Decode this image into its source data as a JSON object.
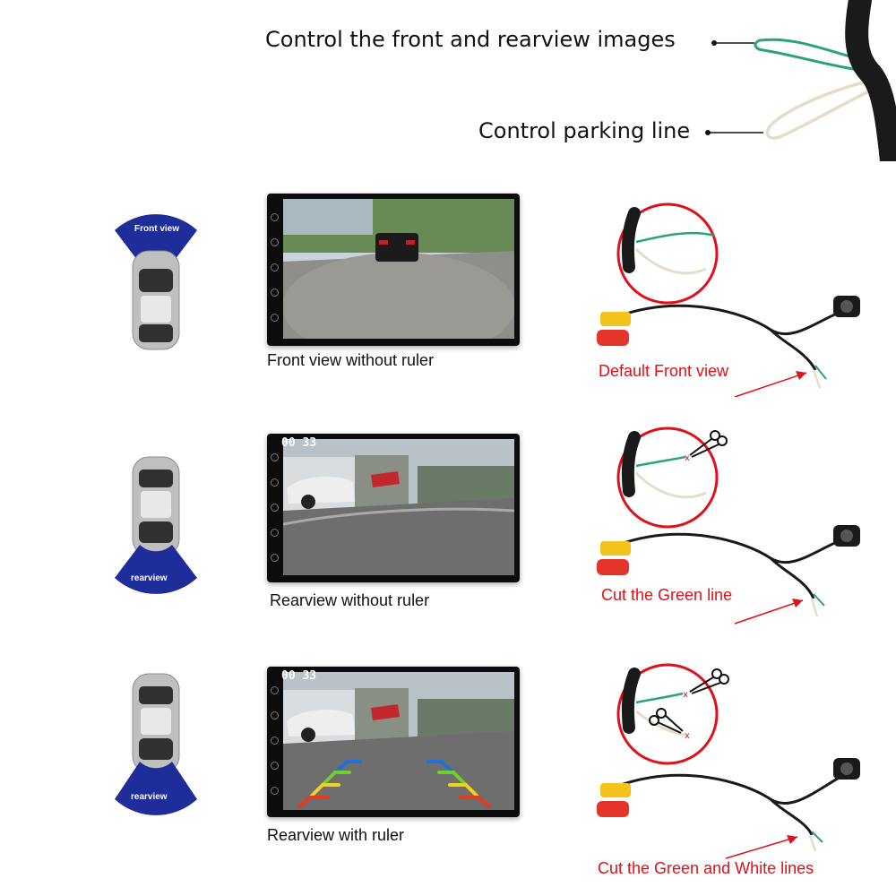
{
  "top": {
    "label_front_rear": "Control the front and rearview images",
    "label_parking_line": "Control parking line"
  },
  "rows": [
    {
      "badge": "Front view",
      "caption": "Front view without ruler",
      "wire_caption": "Default Front view"
    },
    {
      "badge": "rearview",
      "clock": "00 33",
      "caption": "Rearview without ruler",
      "wire_caption": "Cut the Green line"
    },
    {
      "badge": "rearview",
      "clock": "00 33",
      "caption": "Rearview with ruler",
      "wire_caption": "Cut the Green and White lines"
    }
  ],
  "colors": {
    "badge_blue": "#1f2d9a",
    "caption_red": "#e0101a",
    "wire_green": "#2aa37a",
    "wire_white": "#e6dcc8",
    "guide_red": "#e53b1f",
    "guide_yellow": "#f2d21b",
    "guide_green": "#6fcf2c",
    "guide_blue": "#1f6fe0"
  }
}
